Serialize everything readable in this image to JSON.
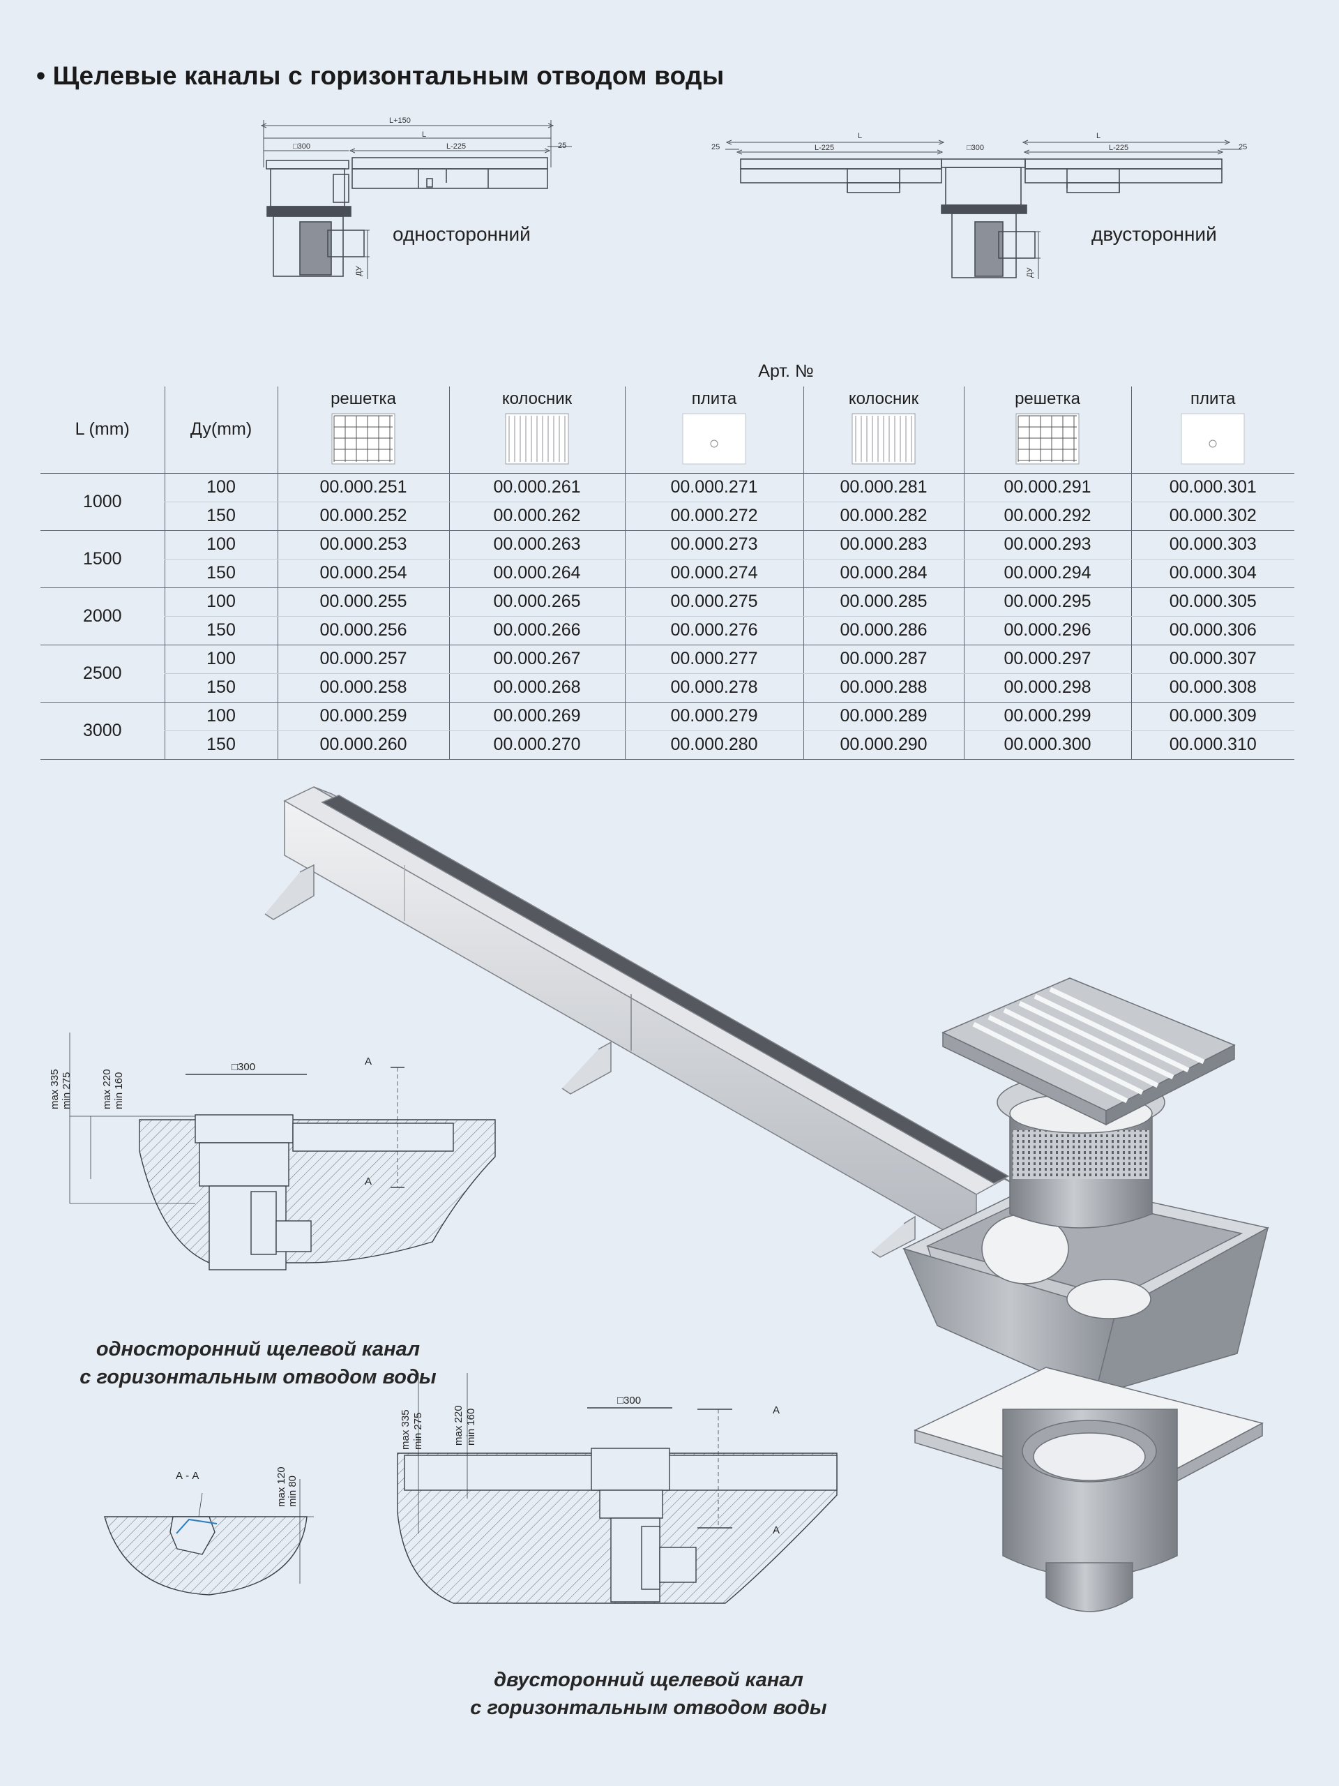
{
  "title": "• Щелевые каналы с горизонтальным отводом воды",
  "top_drawings": {
    "single_label": "односторонний",
    "double_label": "двусторонний",
    "dim_L150": "L+150",
    "dim_L": "L",
    "dim_L225": "L-225",
    "dim_25": "25",
    "dim_sq300": "□300",
    "dim_dy": "ДУ"
  },
  "table": {
    "art_header": "Арт. №",
    "col_L": "L (mm)",
    "col_dy": "Ду(mm)",
    "types": [
      "решетка",
      "колосник",
      "плита",
      "колосник",
      "решетка",
      "плита"
    ],
    "type_icons": [
      "grate-icon",
      "bar-grate-icon",
      "plate-icon",
      "bar-grate-icon",
      "grate-icon",
      "plate-icon"
    ],
    "groups": [
      {
        "L": "1000",
        "rows": [
          {
            "dy": "100",
            "codes": [
              "00.000.251",
              "00.000.261",
              "00.000.271",
              "00.000.281",
              "00.000.291",
              "00.000.301"
            ]
          },
          {
            "dy": "150",
            "codes": [
              "00.000.252",
              "00.000.262",
              "00.000.272",
              "00.000.282",
              "00.000.292",
              "00.000.302"
            ]
          }
        ]
      },
      {
        "L": "1500",
        "rows": [
          {
            "dy": "100",
            "codes": [
              "00.000.253",
              "00.000.263",
              "00.000.273",
              "00.000.283",
              "00.000.293",
              "00.000.303"
            ]
          },
          {
            "dy": "150",
            "codes": [
              "00.000.254",
              "00.000.264",
              "00.000.274",
              "00.000.284",
              "00.000.294",
              "00.000.304"
            ]
          }
        ]
      },
      {
        "L": "2000",
        "rows": [
          {
            "dy": "100",
            "codes": [
              "00.000.255",
              "00.000.265",
              "00.000.275",
              "00.000.285",
              "00.000.295",
              "00.000.305"
            ]
          },
          {
            "dy": "150",
            "codes": [
              "00.000.256",
              "00.000.266",
              "00.000.276",
              "00.000.286",
              "00.000.296",
              "00.000.306"
            ]
          }
        ]
      },
      {
        "L": "2500",
        "rows": [
          {
            "dy": "100",
            "codes": [
              "00.000.257",
              "00.000.267",
              "00.000.277",
              "00.000.287",
              "00.000.297",
              "00.000.307"
            ]
          },
          {
            "dy": "150",
            "codes": [
              "00.000.258",
              "00.000.268",
              "00.000.278",
              "00.000.288",
              "00.000.298",
              "00.000.308"
            ]
          }
        ]
      },
      {
        "L": "3000",
        "rows": [
          {
            "dy": "100",
            "codes": [
              "00.000.259",
              "00.000.269",
              "00.000.279",
              "00.000.289",
              "00.000.299",
              "00.000.309"
            ]
          },
          {
            "dy": "150",
            "codes": [
              "00.000.260",
              "00.000.270",
              "00.000.280",
              "00.000.290",
              "00.000.300",
              "00.000.310"
            ]
          }
        ]
      }
    ]
  },
  "section_single": {
    "dim_max335": "max 335",
    "dim_min275": "min 275",
    "dim_max220": "max 220",
    "dim_min160": "min 160",
    "dim_sq300": "□300",
    "mark_A": "A",
    "caption_1": "односторонний  щелевой  канал",
    "caption_2": "с горизонтальным  отводом воды"
  },
  "section_AA": {
    "label": "А - А",
    "dim_max120": "max 120",
    "dim_min80": "min 80"
  },
  "section_double": {
    "dim_max335": "max 335",
    "dim_min275": "min 275",
    "dim_max220": "max 220",
    "dim_min160": "min 160",
    "dim_sq300": "□300",
    "mark_A": "A",
    "caption_1": "двусторонний щелевой  канал",
    "caption_2": "с горизонтальным  отводом воды"
  },
  "colors": {
    "background": "#e7edf5",
    "metal_light": "#e2e4e7",
    "metal_mid": "#b9bcc1",
    "metal_dark": "#8a8e94",
    "line": "#3b4047"
  }
}
